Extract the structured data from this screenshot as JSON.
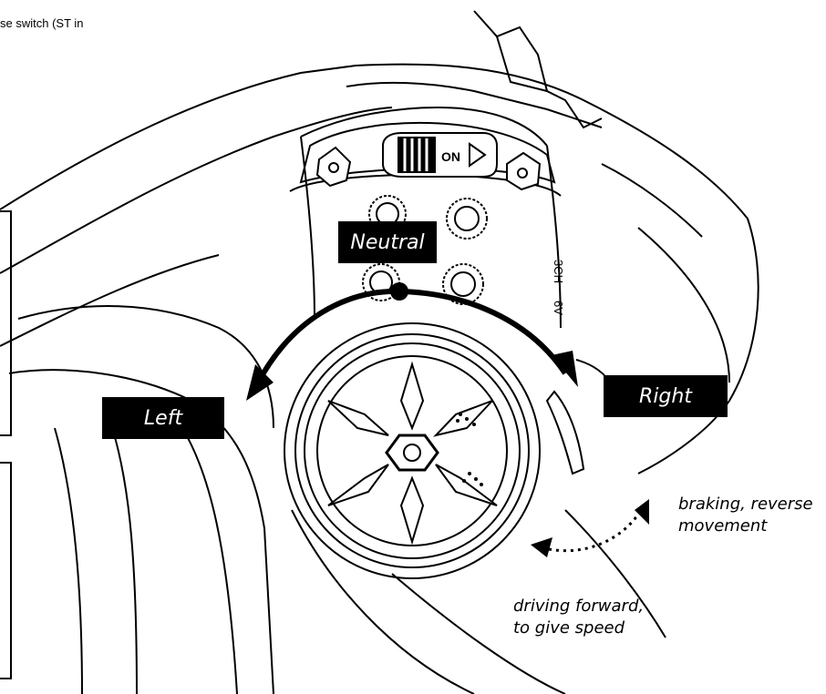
{
  "snippet": "se switch (ST in",
  "labels": {
    "neutral": "Neutral",
    "left": "Left",
    "right": "Right"
  },
  "switch": {
    "on_text": "ON",
    "ch_text": "3CH",
    "voltage_text": "6V"
  },
  "notes": {
    "braking_line1": "braking, reverse",
    "braking_line2": "movement",
    "forward_line1": "driving forward,",
    "forward_line2": "to give speed"
  }
}
